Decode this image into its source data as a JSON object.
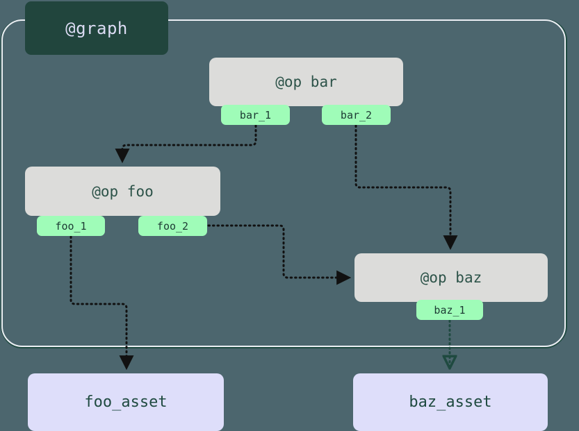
{
  "diagram": {
    "type": "dagster-op-graph",
    "background_color": "#4c666e",
    "container": {
      "label": "@graph",
      "label_bg": "#21453d",
      "label_fg": "#dcdcf4",
      "border_color": "#eceff4"
    },
    "op_nodes": [
      {
        "id": "bar",
        "label": "@op bar",
        "body_color": "#dcdcda",
        "text_color": "#2d5349",
        "ports": [
          {
            "id": "bar_1",
            "label": "bar_1"
          },
          {
            "id": "bar_2",
            "label": "bar_2"
          }
        ]
      },
      {
        "id": "foo",
        "label": "@op foo",
        "body_color": "#dcdcda",
        "text_color": "#2d5349",
        "ports": [
          {
            "id": "foo_1",
            "label": "foo_1"
          },
          {
            "id": "foo_2",
            "label": "foo_2"
          }
        ]
      },
      {
        "id": "baz",
        "label": "@op baz",
        "body_color": "#dcdcda",
        "text_color": "#2d5349",
        "ports": [
          {
            "id": "baz_1",
            "label": "baz_1"
          }
        ]
      }
    ],
    "asset_nodes": [
      {
        "id": "foo_asset",
        "label": "foo_asset",
        "color": "#dedefa"
      },
      {
        "id": "baz_asset",
        "label": "baz_asset",
        "color": "#dedefa"
      }
    ],
    "port_color": "#9ffcb8",
    "edges": [
      {
        "from": "bar_1",
        "to": "foo",
        "style": "dotted",
        "color": "#111111",
        "arrow": "filled"
      },
      {
        "from": "bar_2",
        "to": "baz",
        "style": "dotted",
        "color": "#111111",
        "arrow": "filled"
      },
      {
        "from": "foo_2",
        "to": "baz",
        "style": "dotted",
        "color": "#111111",
        "arrow": "filled"
      },
      {
        "from": "foo_1",
        "to": "foo_asset",
        "style": "dotted",
        "color": "#111111",
        "arrow": "filled"
      },
      {
        "from": "baz_1",
        "to": "baz_asset",
        "style": "dotted",
        "color": "#1f4a40",
        "arrow": "hollow"
      }
    ]
  }
}
